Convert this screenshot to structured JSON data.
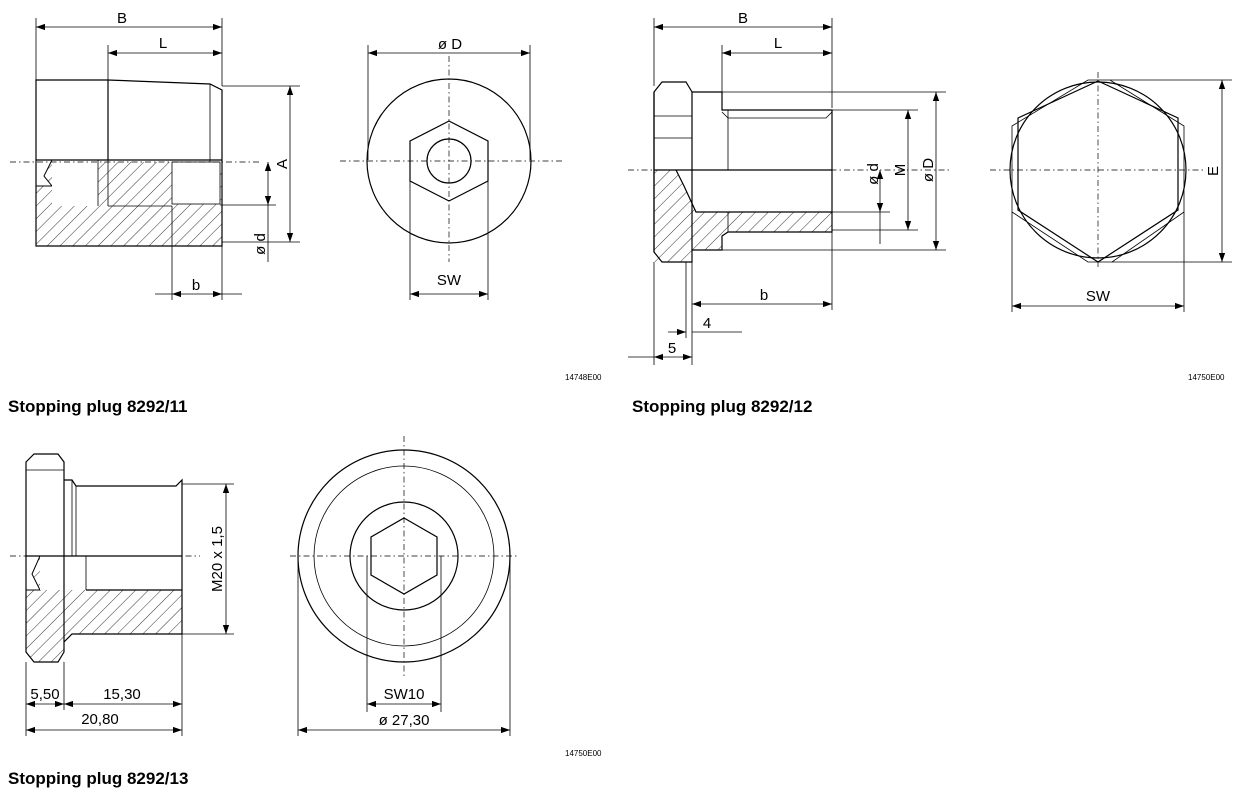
{
  "figures": [
    {
      "title": "Stopping plug 8292/11",
      "code": "14748E00",
      "side_view": {
        "dim_B": "B",
        "dim_L": "L",
        "dim_A": "A",
        "dim_d": "ø d",
        "dim_b": "b"
      },
      "end_view": {
        "dim_D": "ø D",
        "dim_SW": "SW"
      }
    },
    {
      "title": "Stopping plug 8292/12",
      "code": "14750E00",
      "side_view": {
        "dim_B": "B",
        "dim_L": "L",
        "dim_d": "ø d",
        "dim_M": "M",
        "dim_D": "ø D",
        "dim_b": "b",
        "dim_4": "4",
        "dim_5": "5"
      },
      "end_view": {
        "dim_E": "E",
        "dim_SW": "SW"
      }
    },
    {
      "title": "Stopping plug 8292/13",
      "code": "14750E00",
      "side_view": {
        "dim_thread": "M20 x 1,5",
        "dim_head": "5,50",
        "dim_shaft": "15,30",
        "dim_total": "20,80"
      },
      "end_view": {
        "dim_SW": "SW10",
        "dim_D": "ø 27,30"
      }
    }
  ]
}
